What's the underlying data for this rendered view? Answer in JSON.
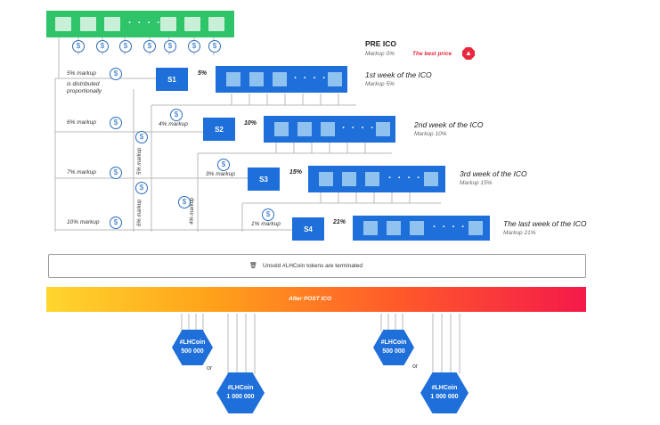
{
  "pre_ico": {
    "title": "PRE ICO",
    "markup": "Markup 0%",
    "best_price": "The best price",
    "badge_icon": "thumbs-up-icon"
  },
  "stages": [
    {
      "id": "S1",
      "title": "1st week of the ICO",
      "markup": "Markup 5%",
      "pct": "5%",
      "side": "5% markup"
    },
    {
      "id": "S2",
      "title": "2nd week of the ICO",
      "markup": "Markup 10%",
      "pct": "10%",
      "side": "4% markup"
    },
    {
      "id": "S3",
      "title": "3rd week of the ICO",
      "markup": "Markup 15%",
      "pct": "15%",
      "side": "3% markup"
    },
    {
      "id": "S4",
      "title": "The last week of the ICO",
      "markup": "Markup 21%",
      "pct": "21%",
      "side": "1% markup"
    }
  ],
  "left_labels": [
    "5% markup",
    "6% markup",
    "7% markup",
    "10% markup"
  ],
  "distributed_note": "is distributed proportionally",
  "vertical_labels": [
    "5% markup",
    "6% markup",
    "4% markup"
  ],
  "terminated": "Unsold #LHCoin tokens are terminated",
  "post_ico": "After POST ICO",
  "coins": [
    {
      "name": "#LHCoin",
      "amount": "500 000"
    },
    {
      "name": "#LHCoin",
      "amount": "1 000 000"
    },
    {
      "name": "#LHCoin",
      "amount": "500 000"
    },
    {
      "name": "#LHCoin",
      "amount": "1 000 000"
    }
  ],
  "or_label": "or",
  "dots": "· · · ·",
  "coin_symbol": "$",
  "colors": {
    "green": "#2fc46a",
    "blue": "#1e6fd9",
    "red": "#e8283c"
  }
}
